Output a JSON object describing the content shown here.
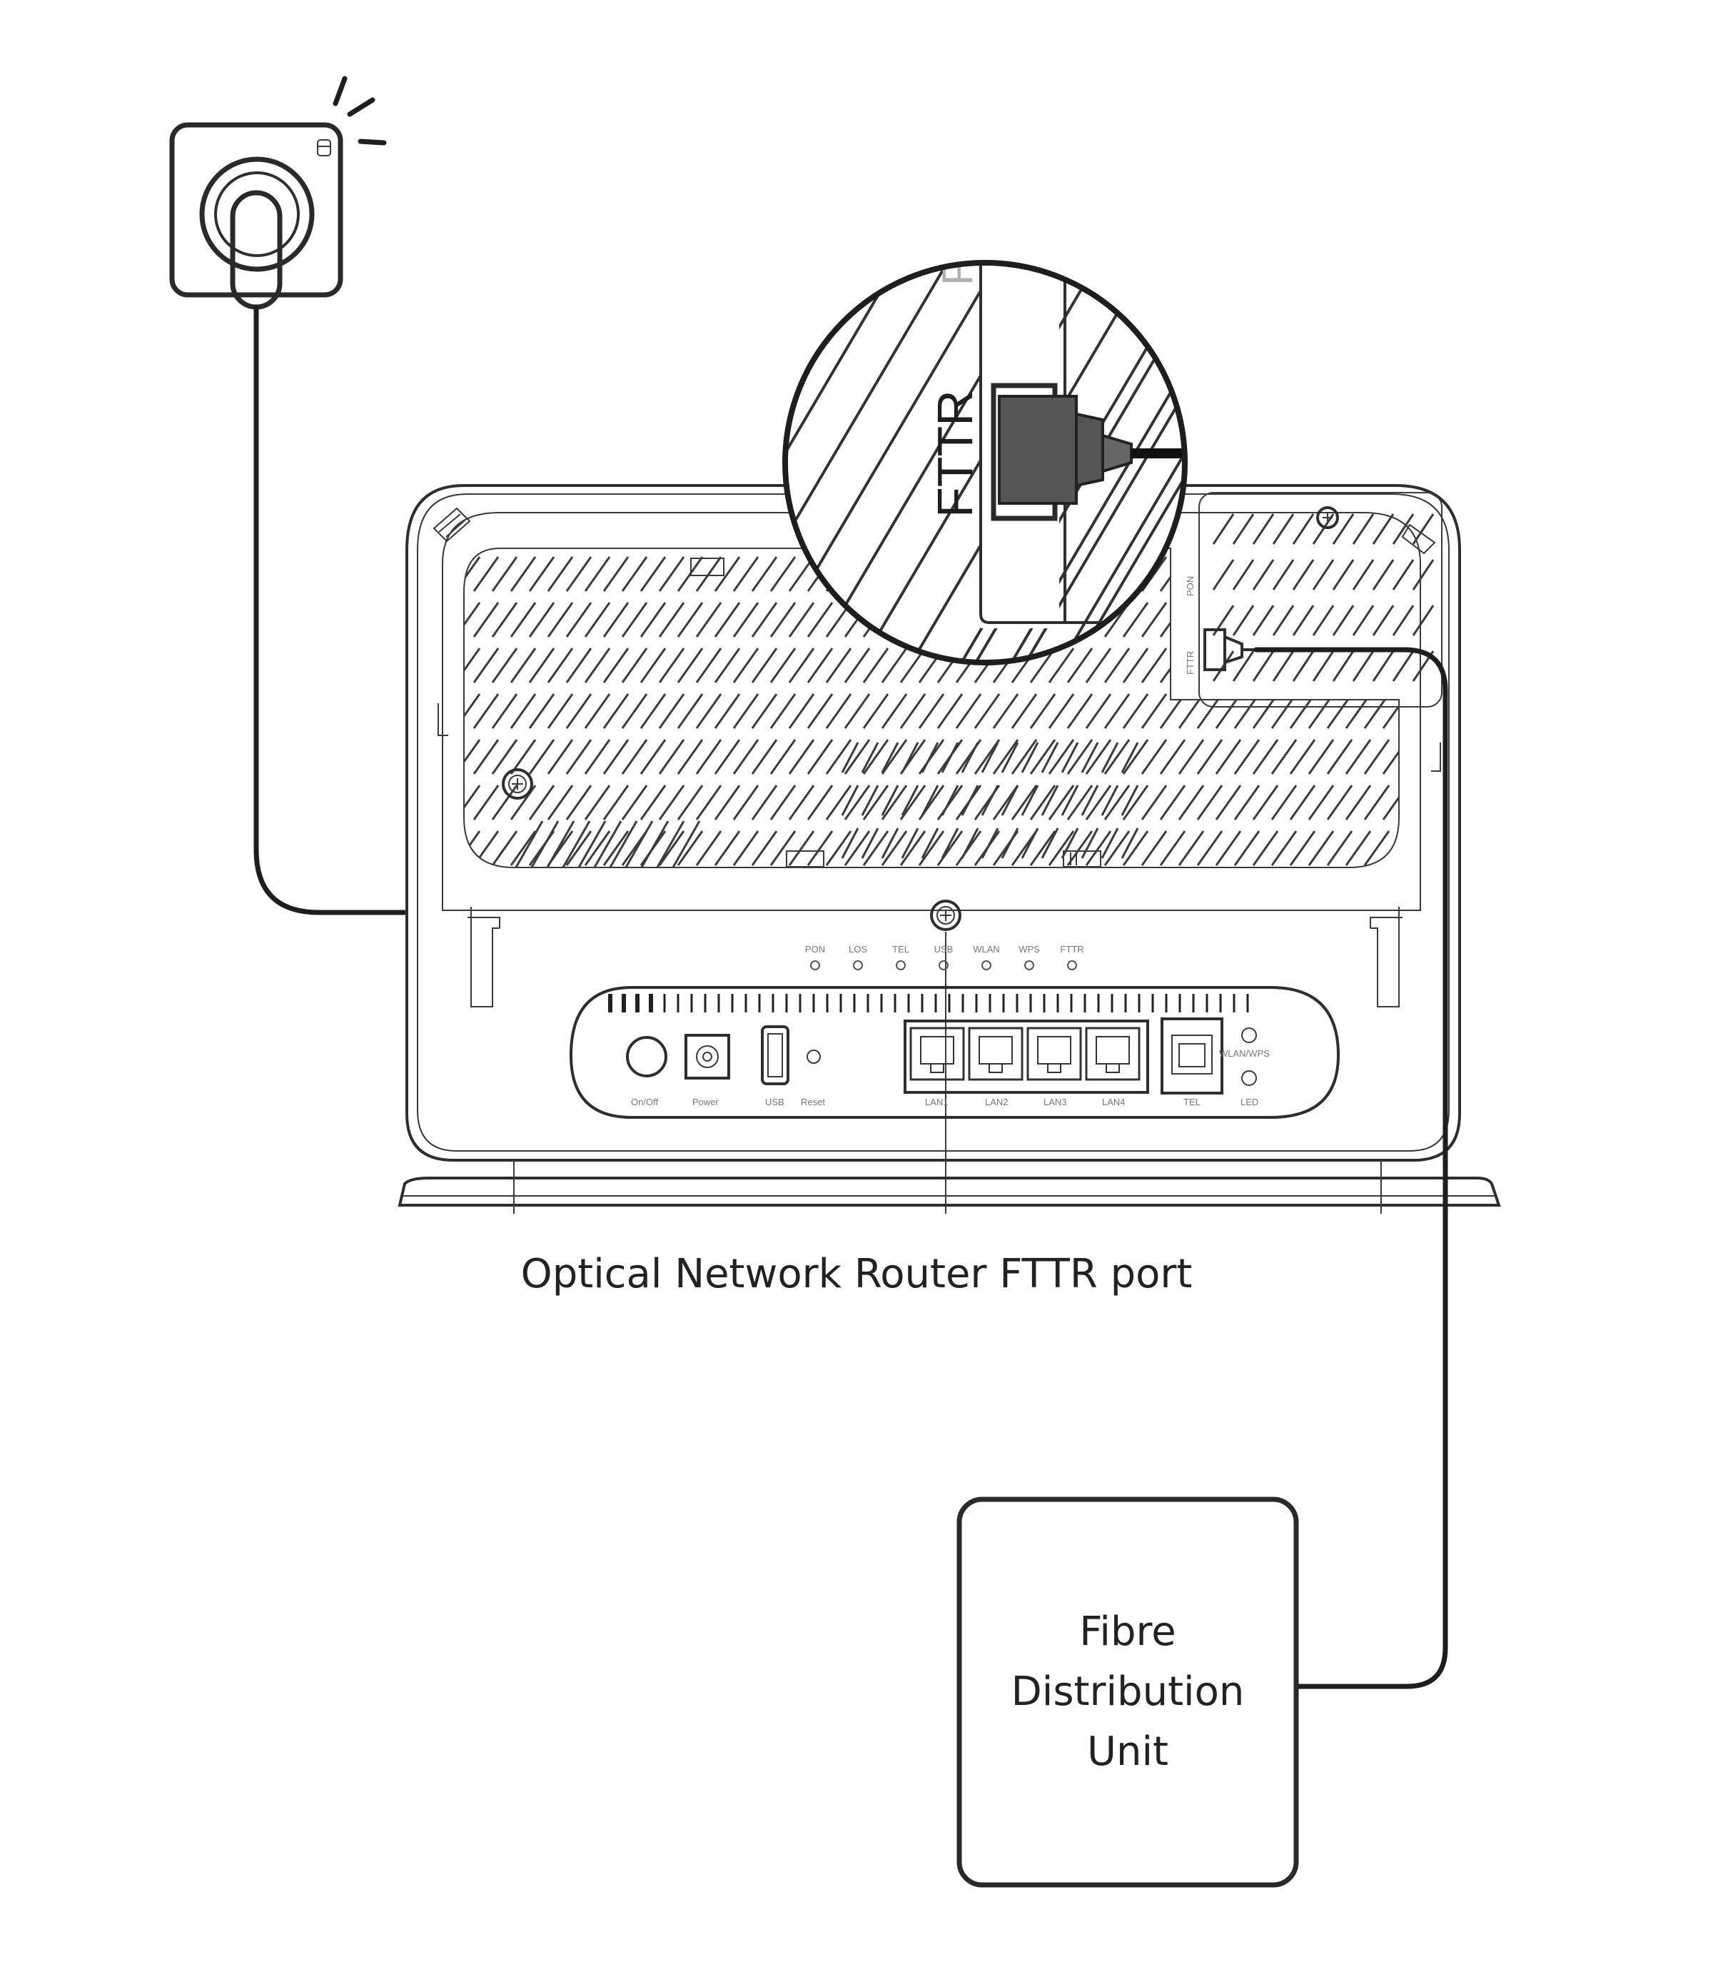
{
  "caption": "Optical Network Router FTTR port",
  "fdu": {
    "line1": "Fibre",
    "line2": "Distribution",
    "line3": "Unit"
  },
  "magnifier": {
    "port_label": "FTTR",
    "partial_label": "P"
  },
  "side_panel": {
    "pon": "PON",
    "fttr": "FTTR"
  },
  "leds": [
    "PON",
    "LOS",
    "TEL",
    "USB",
    "WLAN",
    "WPS",
    "FTTR"
  ],
  "ports": {
    "onoff": "On/Off",
    "power": "Power",
    "usb": "USB",
    "reset": "Reset",
    "lan1": "LAN1",
    "lan2": "LAN2",
    "lan3": "LAN3",
    "lan4": "LAN4",
    "tel": "TEL",
    "wlanwps": "WLAN/WPS",
    "led": "LED"
  },
  "colors": {
    "line": "#2a2a2a",
    "background": "#ffffff"
  }
}
